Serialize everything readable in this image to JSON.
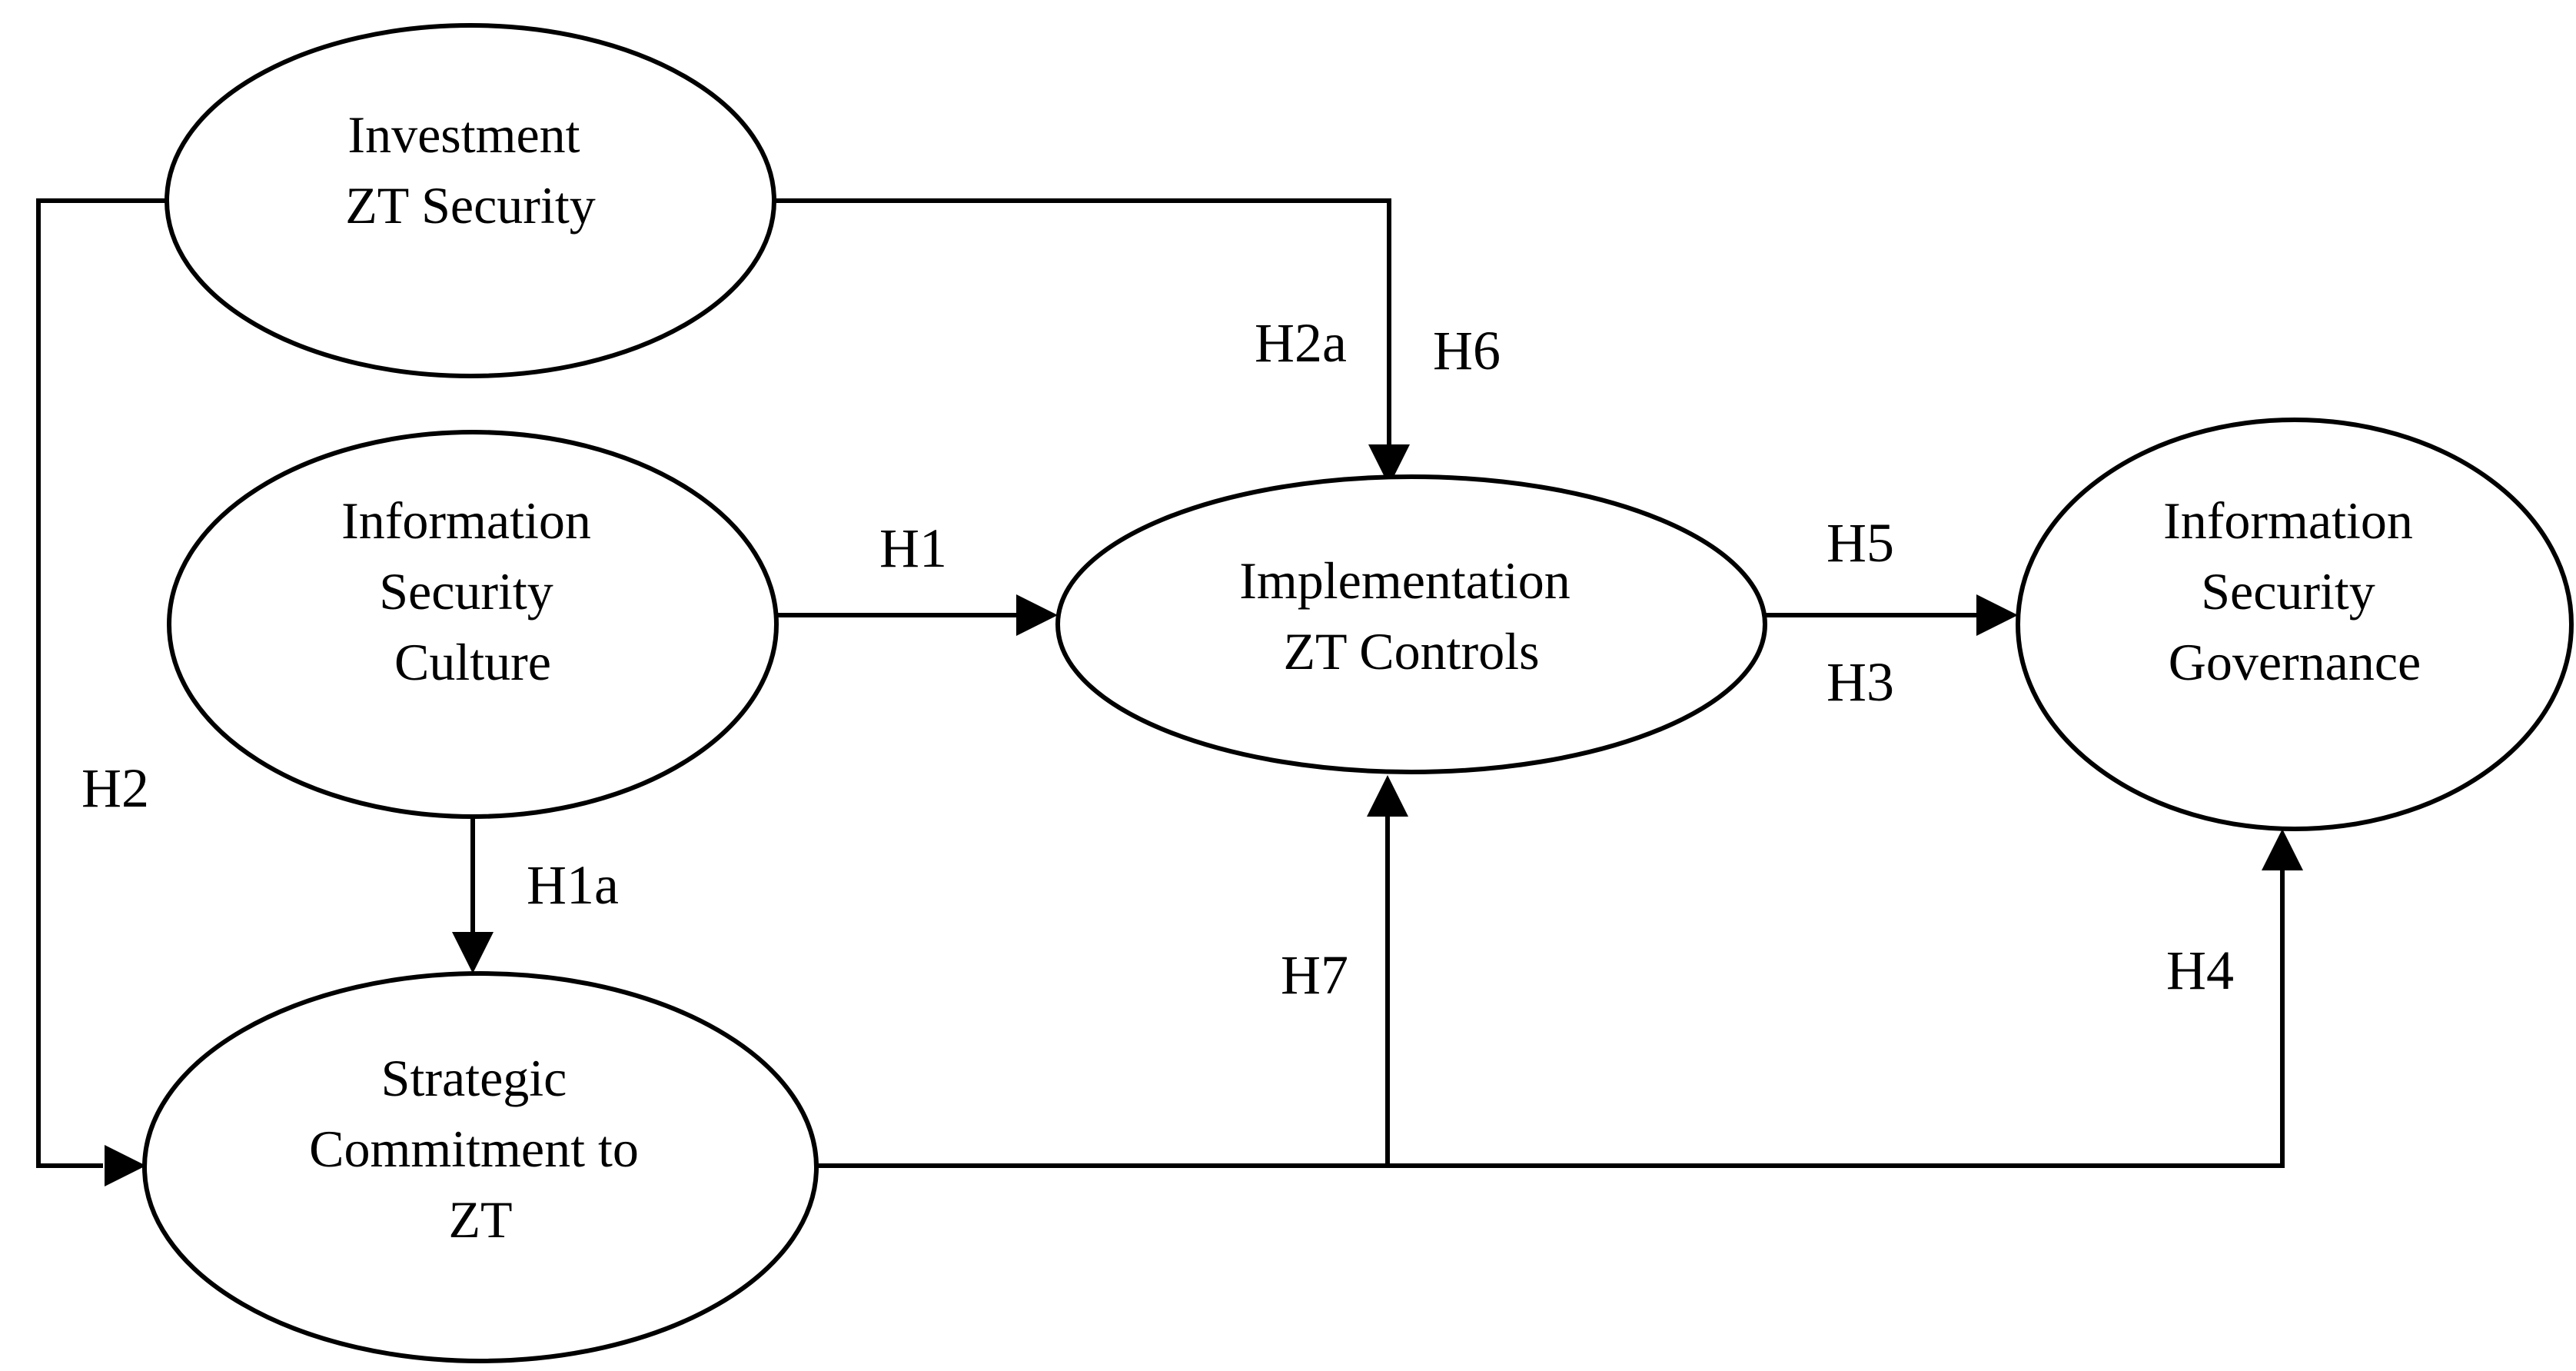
{
  "diagram": {
    "type": "path-model",
    "background_color": "#ffffff",
    "stroke_color": "#000000",
    "node_fill_color": "#ffffff",
    "nodes": {
      "investment_zt_security": {
        "label": "Investment ZT Security",
        "lines": [
          "Investment",
          "ZT Security"
        ]
      },
      "information_security_culture": {
        "label": "Information Security Culture",
        "lines": [
          "Information",
          "Security",
          "Culture"
        ]
      },
      "strategic_commitment_to_zt": {
        "label": "Strategic Commitment to ZT",
        "lines": [
          "Strategic",
          "Commitment to",
          "ZT"
        ]
      },
      "implementation_zt_controls": {
        "label": "Implementation ZT Controls",
        "lines": [
          "Implementation",
          "ZT Controls"
        ]
      },
      "information_security_governance": {
        "label": "Information Security Governance",
        "lines": [
          "Information",
          "Security",
          "Governance"
        ]
      }
    },
    "edge_labels": {
      "h1": "H1",
      "h1a": "H1a",
      "h2": "H2",
      "h2a": "H2a",
      "h3": "H3",
      "h4": "H4",
      "h5": "H5",
      "h6": "H6",
      "h7": "H7"
    },
    "edges": [
      {
        "labels": [
          "H1"
        ],
        "from": "Information Security Culture",
        "to": "Implementation ZT Controls"
      },
      {
        "labels": [
          "H1a"
        ],
        "from": "Information Security Culture",
        "to": "Strategic Commitment to ZT"
      },
      {
        "labels": [
          "H2"
        ],
        "from": "Investment ZT Security",
        "to": "Strategic Commitment to ZT"
      },
      {
        "labels": [
          "H2a",
          "H6"
        ],
        "from": "Investment ZT Security",
        "to": "Implementation ZT Controls"
      },
      {
        "labels": [
          "H5",
          "H3"
        ],
        "from": "Implementation ZT Controls",
        "to": "Information Security Governance"
      },
      {
        "labels": [
          "H7"
        ],
        "from": "Strategic Commitment to ZT",
        "to": "Implementation ZT Controls"
      },
      {
        "labels": [
          "H4"
        ],
        "from": "Strategic Commitment to ZT",
        "to": "Information Security Governance"
      }
    ]
  }
}
